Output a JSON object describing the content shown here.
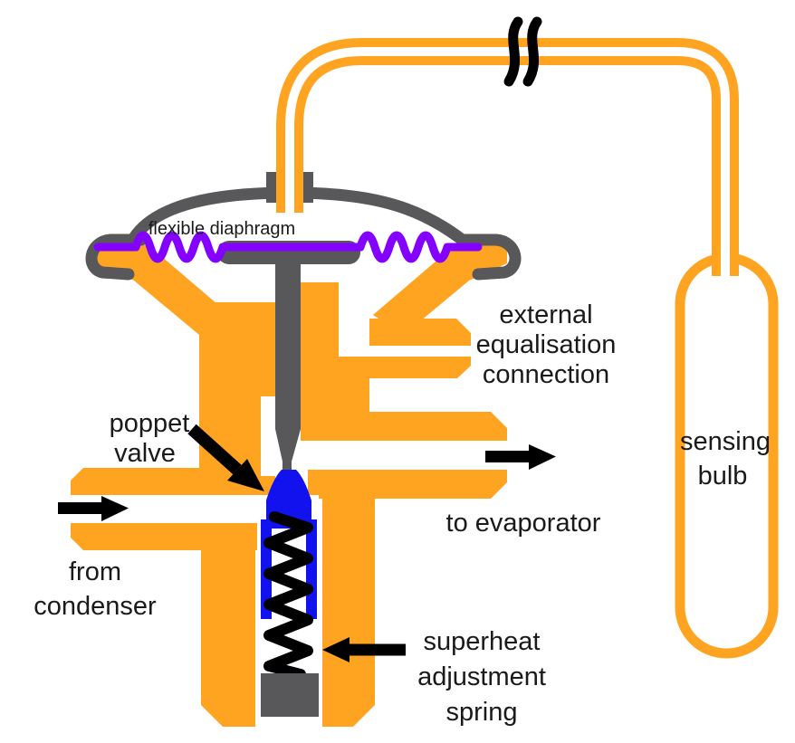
{
  "colors": {
    "body_orange": "#FFA420",
    "metal_gray": "#58585A",
    "diaphragm_purple": "#8400FF",
    "valve_blue": "#1212EE",
    "ink_black": "#000000",
    "text_black": "#1A1A1A",
    "background": "#FFFFFF"
  },
  "labels": {
    "flexible_diaphragm": "flexible diaphragm",
    "external_equalisation": {
      "line1": "external",
      "line2": "equalisation",
      "line3": "connection"
    },
    "poppet_valve": {
      "line1": "poppet",
      "line2": "valve"
    },
    "from_condenser": {
      "line1": "from",
      "line2": "condenser"
    },
    "to_evaporator": "to evaporator",
    "superheat_spring": {
      "line1": "superheat",
      "line2": "adjustment",
      "line3": "spring"
    },
    "sensing_bulb": {
      "line1": "sensing",
      "line2": "bulb"
    }
  }
}
